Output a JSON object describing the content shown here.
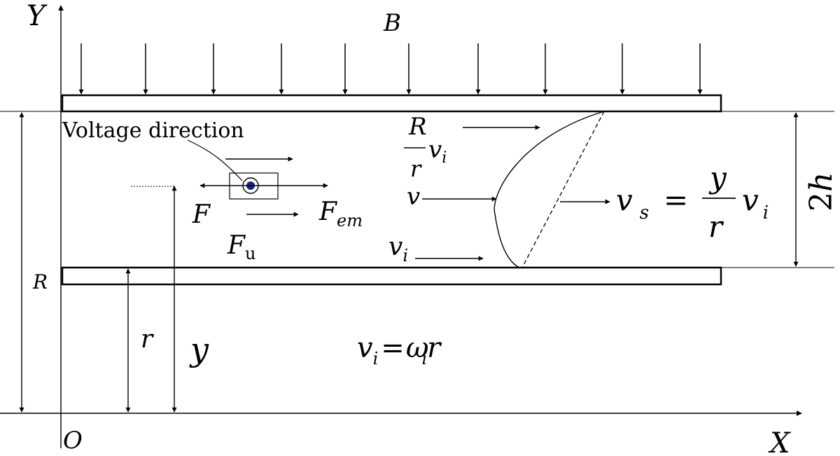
{
  "labels": {
    "y_axis": "Y",
    "x_axis": "X",
    "origin": "O",
    "magnetic_field": "B",
    "voltage_direction": "Voltage direction",
    "force_f": "F",
    "force_fem_base": "F",
    "force_fem_sub": "em",
    "force_fu_base": "F",
    "force_fu_sub": "u",
    "radius_outer": "R",
    "radius_inner": "r",
    "coord_y": "y",
    "gap_base": "2",
    "gap_h": "h",
    "profile_v": "v",
    "vi_base": "v",
    "vi_sub": "i",
    "ratio_num": "R",
    "ratio_den": "r",
    "ratio_v": "v",
    "ratio_sub": "i",
    "vs_v": "v",
    "vs_sub": "s",
    "vs_eq": "=",
    "vs_num": "y",
    "vs_den": "r",
    "vs_vi": "v",
    "vs_vi_sub": "i",
    "omega_v": "v",
    "omega_vsub": "i",
    "omega_eq": "=",
    "omega_w": "ω",
    "omega_wsub": "i",
    "omega_r": "r"
  },
  "colors": {
    "stroke": "#000000",
    "particle": "#1a237e"
  }
}
